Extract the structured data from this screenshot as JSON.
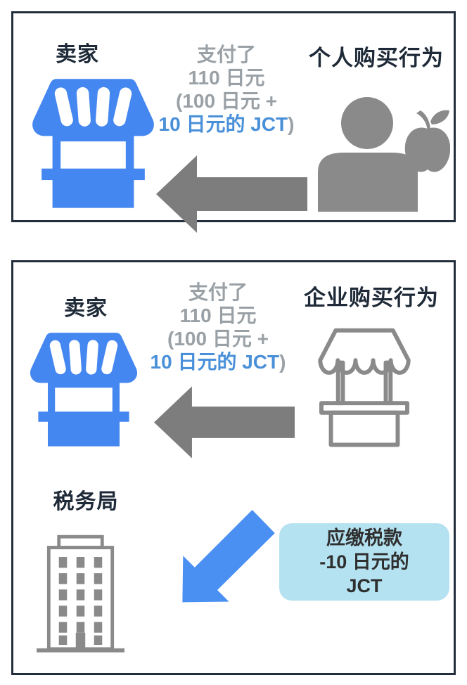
{
  "panel1": {
    "seller_label": "卖家",
    "buyer_label": "个人购买行为",
    "payment": {
      "line1": "支付了",
      "line2": "110 日元",
      "line3": "(100 日元 +",
      "line4_blue": "10 日元的 JCT",
      "line4_tail": ")"
    }
  },
  "panel2": {
    "seller_label": "卖家",
    "buyer_label": "企业购买行为",
    "payment": {
      "line1": "支付了",
      "line2": "110 日元",
      "line3": "(100 日元 +",
      "line4_blue": "10 日元的 JCT",
      "line4_tail": ")"
    },
    "tax_office_label": "税务局",
    "tax_box": {
      "line1": "应缴税款",
      "line2": "-10 日元的",
      "line3": "JCT"
    }
  },
  "colors": {
    "accent_blue": "#4587f0",
    "arrow_blue": "#4a8ff2",
    "light_blue_box": "#b5e2f1",
    "icon_gray": "#8a8a8a",
    "arrow_gray": "#7d7d7d",
    "payment_gray_text": "#9aa1a6",
    "payment_blue_text": "#4a90d9",
    "heading_text": "#1e2a38",
    "panel_border": "#232e3d"
  }
}
